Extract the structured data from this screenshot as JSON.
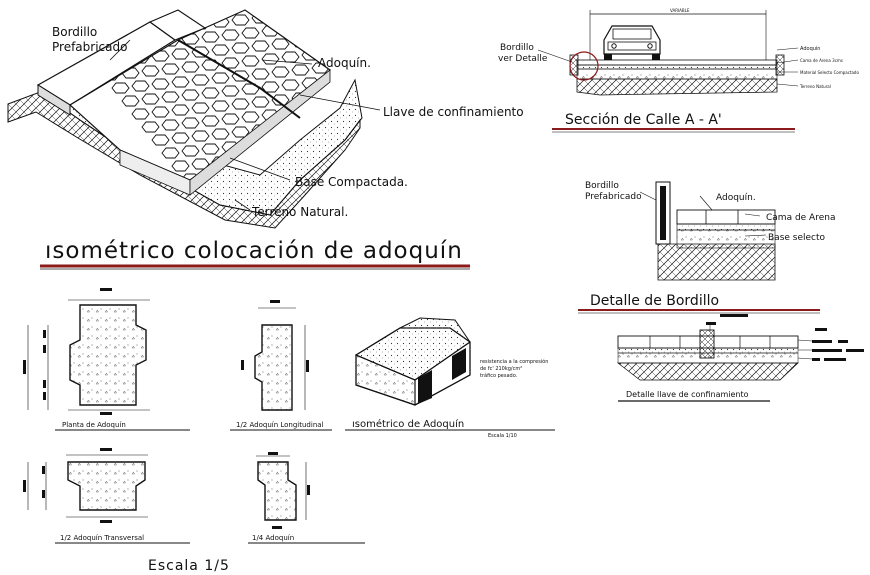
{
  "isometric_main": {
    "labels": {
      "bordillo_line1": "Bordillo",
      "bordillo_line2": "Prefabricado",
      "adoquin": "Adoquín.",
      "llave": "Llave de confinamiento",
      "base": "Base Compactada.",
      "terreno": "Terreno Natural."
    },
    "title": "ısométrico colocación de adoquín"
  },
  "seccion_calle": {
    "title": "Sección de Calle A - A'",
    "left_label_1": "Bordillo",
    "left_label_2": "ver Detalle",
    "right_labels": [
      "Adoquín",
      "Cama de Arena 3cms",
      "Material Selecto Compactado",
      "Terreno Natural"
    ],
    "dimension_text": "VARIABLE"
  },
  "detalle_bordillo": {
    "title": "Detalle de Bordillo",
    "label_bordillo_1": "Bordillo",
    "label_bordillo_2": "Prefabricado",
    "label_adoquin": "Adoquín.",
    "label_cama": "Cama de Arena",
    "label_base": "Base selecto"
  },
  "detalle_llave": {
    "title": "Detalle llave de confinamiento"
  },
  "adoquin_views": {
    "planta": "Planta de Adoquín",
    "longitudinal": "1/2 Adoquín Longitudinal",
    "isometrico": "ısométrico de Adoquín",
    "transversal": "1/2 Adoquín Transversal",
    "cuarto": "1/4 Adoquín",
    "escala_small": "Escala 1/10",
    "nota": [
      "resistencia a la compresión",
      "de fc' 210kg/cm²",
      "tráfico pesado."
    ]
  },
  "escala": "Escala  1/5"
}
